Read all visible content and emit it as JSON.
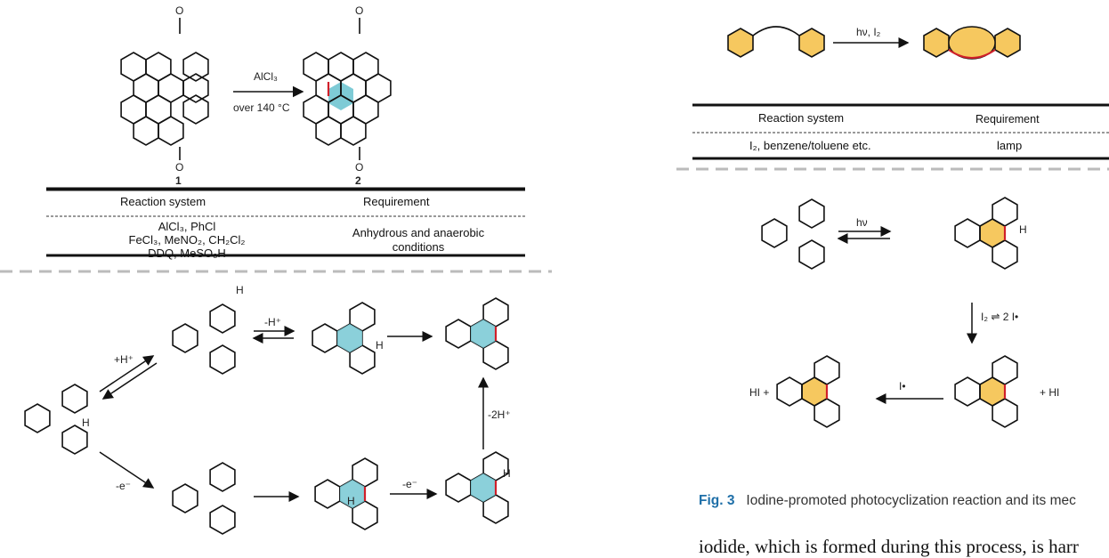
{
  "left": {
    "compound_1_label": "1",
    "compound_2_label": "2",
    "oxygen_label": "O",
    "reagent": "AlCl₃",
    "condition": "over 140 °C",
    "table": {
      "header_system": "Reaction system",
      "header_requirement": "Requirement",
      "system_lines": [
        "AlCl₃, PhCl",
        "FeCl₃, MeNO₂, CH₂Cl₂",
        "DDQ, MeSO₃H"
      ],
      "requirement_lines": [
        "Anhydrous and anaerobic",
        "conditions"
      ]
    },
    "mechanism": {
      "protonation": "+H⁺",
      "deprotonation": "-H⁺",
      "oxidation_1": "-e⁻",
      "oxidation_2": "-e⁻",
      "final_loss": "-2H⁺",
      "h_label": "H"
    }
  },
  "right": {
    "reagent": "hν, I₂",
    "table": {
      "header_system": "Reaction system",
      "header_requirement": "Requirement",
      "system": "I₂, benzene/toluene etc.",
      "requirement": "lamp"
    },
    "mechanism": {
      "hv": "hν",
      "iodine_equilibrium": "I₂ ⇌ 2 I•",
      "iodine_radical": "I•",
      "hi_left": "HI +",
      "hi_right": "+ HI",
      "h_label": "H"
    },
    "caption_label": "Fig. 3",
    "caption_text": "Iodine-promoted photocyclization reaction and its mec",
    "body_text": "iodide, which is formed during this process, is harr"
  },
  "colors": {
    "blue_ring": "#7ecbd6",
    "yellow_ring": "#f6c85f",
    "new_bond": "#d0202a",
    "caption_blue": "#1f6fa8"
  }
}
